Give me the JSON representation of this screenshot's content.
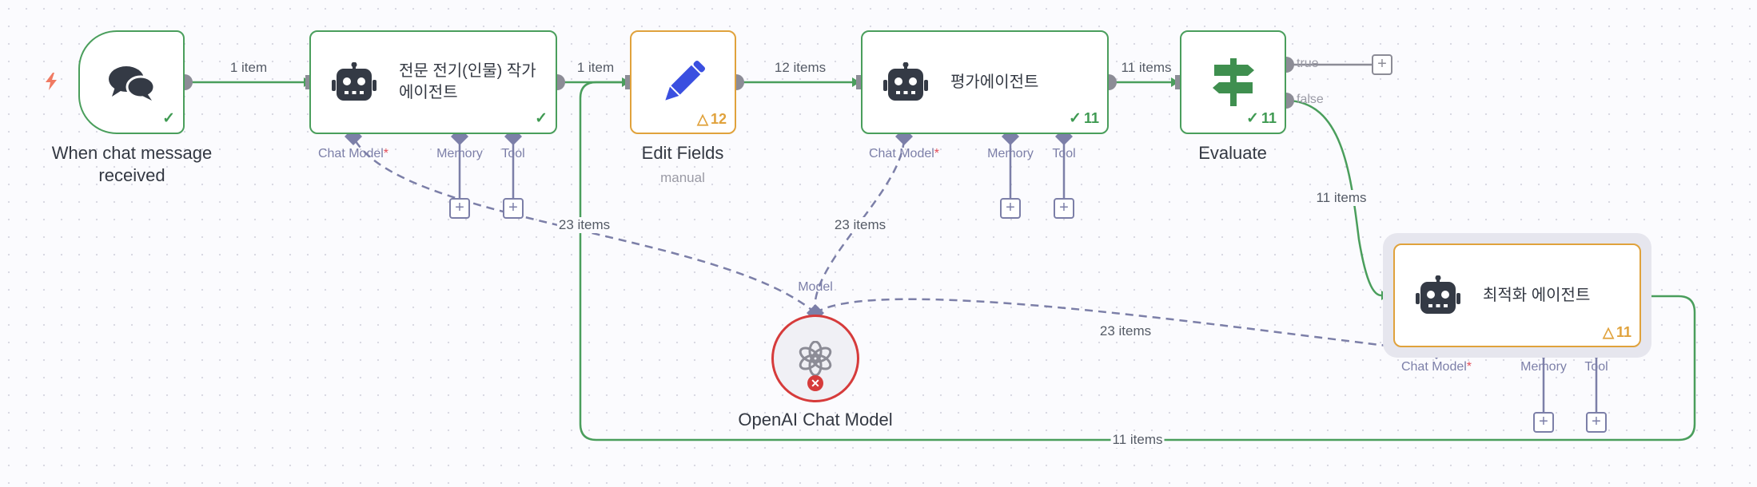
{
  "colors": {
    "success": "#4a9e5c",
    "warning": "#e0a23c",
    "error": "#d63b3b",
    "ai_connection": "#7c7fa8",
    "trigger_bolt": "#f07a62",
    "edit_icon": "#3a4fe0"
  },
  "nodes": {
    "chat_trigger": {
      "title": "When chat message received",
      "icon": "chat-bubbles-icon",
      "status": "success"
    },
    "writer_agent": {
      "label": "전문 전기(인물) 작가 에이전트",
      "icon": "robot-icon",
      "status": "success"
    },
    "edit_fields": {
      "title": "Edit Fields",
      "subtitle": "manual",
      "icon": "pencil-icon",
      "status": "warning",
      "warning_count": "12"
    },
    "eval_agent": {
      "label": "평가에이전트",
      "icon": "robot-icon",
      "status": "success",
      "run_count": "11"
    },
    "evaluate": {
      "title": "Evaluate",
      "icon": "signpost-icon",
      "status": "success",
      "run_count": "11",
      "true_label": "true",
      "false_label": "false"
    },
    "optimize_agent": {
      "label": "최적화 에이전트",
      "icon": "robot-icon",
      "status": "warning",
      "warning_count": "11"
    },
    "openai_model": {
      "title": "OpenAI Chat Model",
      "icon": "openai-icon",
      "status": "error",
      "input_label": "Model"
    }
  },
  "ports": {
    "chat_model": "Chat Model",
    "required_mark": "*",
    "memory": "Memory",
    "tool": "Tool"
  },
  "edges": {
    "trigger_to_writer": "1 item",
    "writer_to_edit": "1 item",
    "edit_to_eval": "12 items",
    "eval_to_evaluate": "11 items",
    "evaluate_false_to_optimize": "11 items",
    "optimize_loop_back": "11 items",
    "model_to_writer": "23 items",
    "model_to_eval": "23 items",
    "model_to_optimize": "23 items"
  },
  "buttons": {
    "add": "+"
  }
}
